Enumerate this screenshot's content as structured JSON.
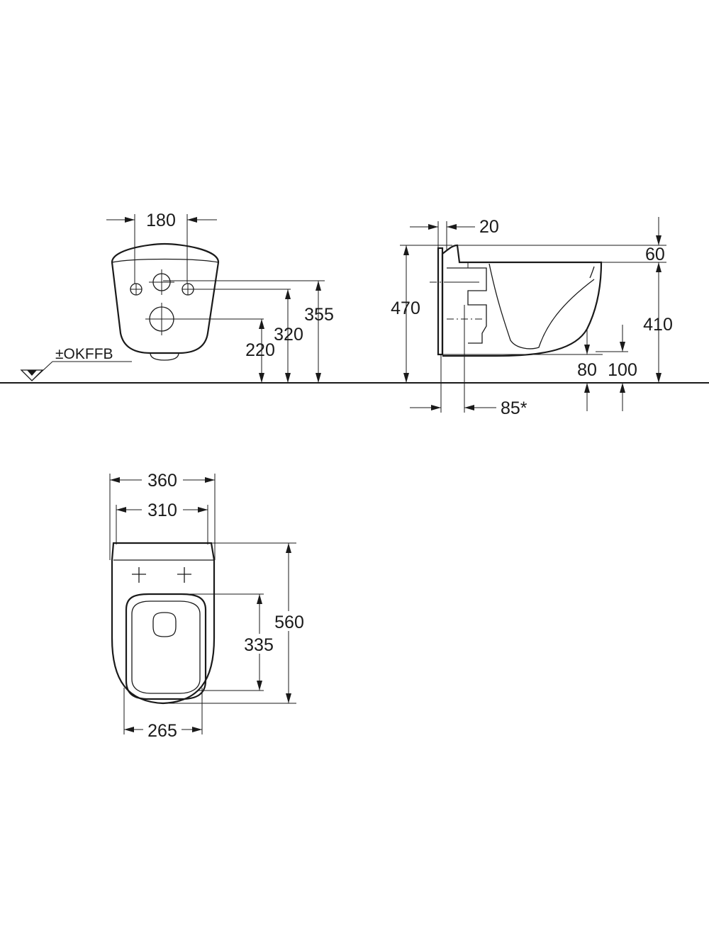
{
  "front_view": {
    "dim_width_top": "180",
    "dim_height_355": "355",
    "dim_height_320": "320",
    "dim_height_220": "220",
    "floor_label": "±OKFFB"
  },
  "side_view": {
    "dim_top_offset": "20",
    "dim_rim_60": "60",
    "dim_height_470": "470",
    "dim_height_410": "410",
    "dim_bottom_80": "80",
    "dim_bottom_100": "100",
    "dim_depth_85": "85*"
  },
  "top_view": {
    "dim_width_360": "360",
    "dim_width_310": "310",
    "dim_length_560": "560",
    "dim_length_335": "335",
    "dim_width_265": "265"
  },
  "colors": {
    "line": "#1a1a1a",
    "background": "#ffffff"
  }
}
